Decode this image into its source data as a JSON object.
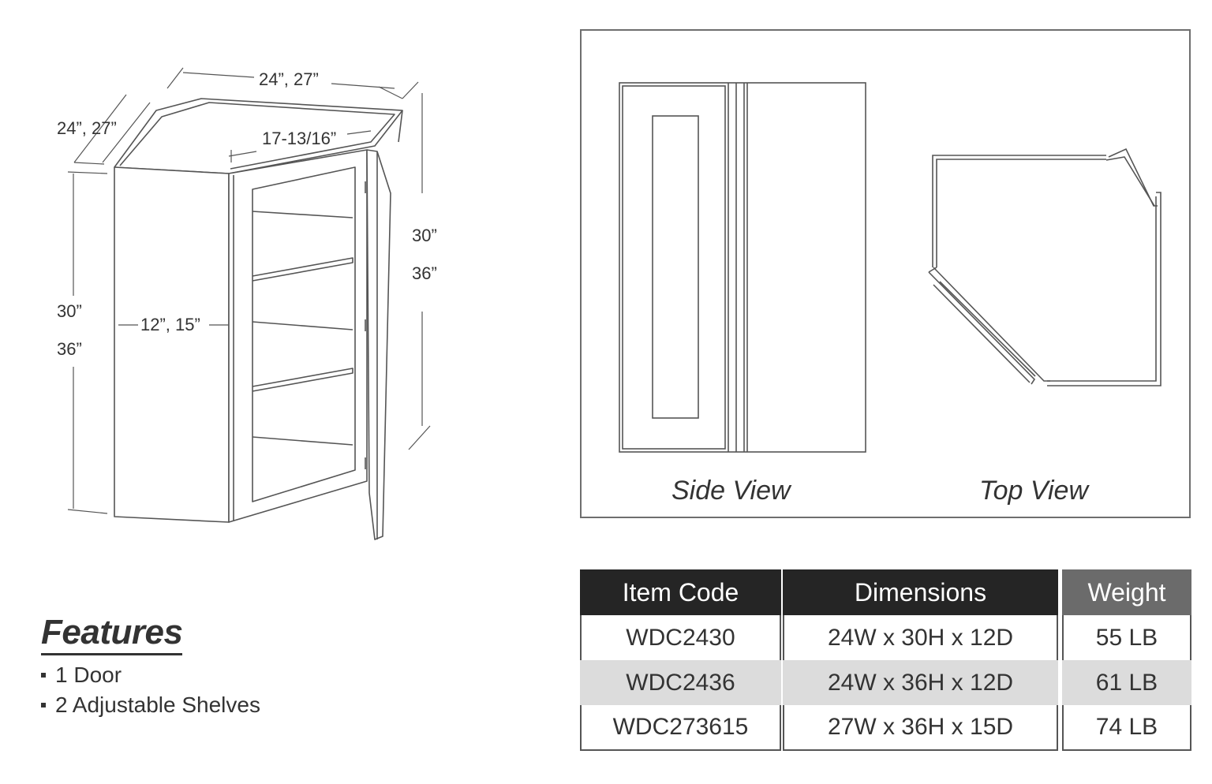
{
  "dimensions": {
    "top_width": "24”, 27”",
    "left_depth": "24”, 27”",
    "front_width": "17-13/16”",
    "side_depth": "12”, 15”",
    "height_left_1": "30”",
    "height_left_2": "36”",
    "height_right_1": "30”",
    "height_right_2": "36”"
  },
  "views": {
    "side_label": "Side View",
    "top_label": "Top View"
  },
  "features": {
    "title": "Features",
    "items": [
      "1 Door",
      "2 Adjustable Shelves"
    ]
  },
  "table": {
    "headers": [
      "Item Code",
      "Dimensions",
      "Weight"
    ],
    "rows": [
      [
        "WDC2430",
        "24W x 30H x 12D",
        "55 LB"
      ],
      [
        "WDC2436",
        "24W x 36H x 12D",
        "61 LB"
      ],
      [
        "WDC273615",
        "27W x 36H x 15D",
        "74 LB"
      ]
    ]
  },
  "colors": {
    "header_dark": "#252525",
    "header_gray": "#6b6b6b",
    "row_shade": "#dcdcdc",
    "line": "#555555"
  }
}
